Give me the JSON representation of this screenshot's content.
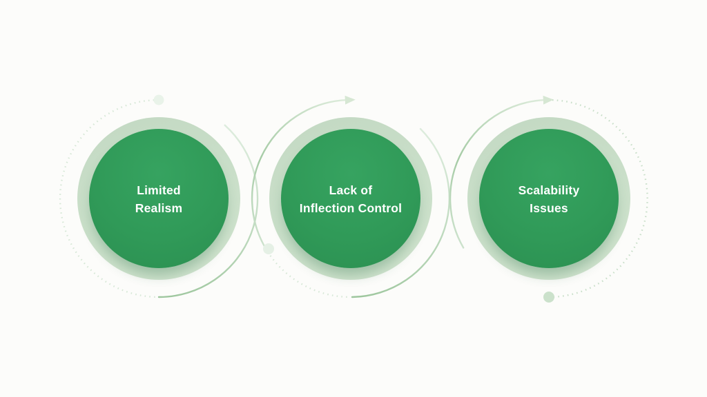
{
  "page": {
    "background_color": "#fcfcfa"
  },
  "diagram": {
    "type": "three-step-flow",
    "colors": {
      "core_green": "#309a58",
      "ring_pale_green": "#c8dec8",
      "arc_green": "#9dc69d",
      "arc_fade_green": "#ddecdd",
      "dotted_green": "#d3e6d3",
      "dot_marker_pale": "#e8f2e8",
      "dot_marker_strong": "#cbe1cb",
      "arrow_green": "#d6e7d3",
      "label_text": "#ffffff"
    },
    "steps": [
      {
        "label": "Limited\nRealism"
      },
      {
        "label": "Lack of\nInflection Control"
      },
      {
        "label": "Scalability\nIssues"
      }
    ]
  }
}
